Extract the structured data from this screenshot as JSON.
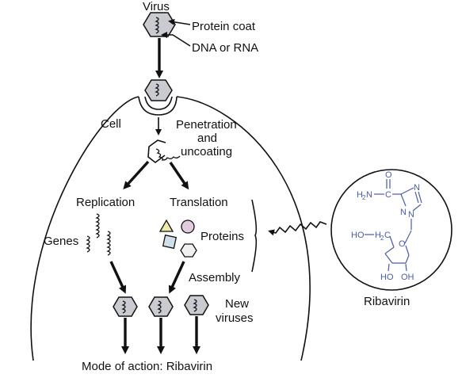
{
  "labels": {
    "virus": "Virus",
    "protein_coat": "Protein coat",
    "dna_or_rna": "DNA or RNA",
    "cell": "Cell",
    "penetration_1": "Penetration",
    "penetration_2": "and",
    "penetration_3": "uncoating",
    "replication": "Replication",
    "translation": "Translation",
    "genes": "Genes",
    "proteins": "Proteins",
    "assembly": "Assembly",
    "new_viruses_1": "New",
    "new_viruses_2": "viruses",
    "ribavirin": "Ribavirin",
    "caption": "Mode of action: Ribavirin"
  },
  "molecule": {
    "h2n": "H",
    "h2n_sub": "2",
    "h2n_n": "N",
    "carbon": "C",
    "oxygen_top": "O",
    "n_top": "N",
    "n_ring": "N",
    "n_bottom": "N",
    "ho_ch2": "HO",
    "h2c_h": "H",
    "h2c_sub": "2",
    "h2c_c": "C",
    "ring_o": "O",
    "oh_left": "HO",
    "oh_right": "OH"
  },
  "colors": {
    "virus_fill": "#c9cbd0",
    "triangle_fill": "#eee9a8",
    "circle_fill": "#e2cde0",
    "square_fill": "#cfe0ea",
    "hexagon_fill": "#eef0f2",
    "molecule": "#4a5bb0"
  }
}
